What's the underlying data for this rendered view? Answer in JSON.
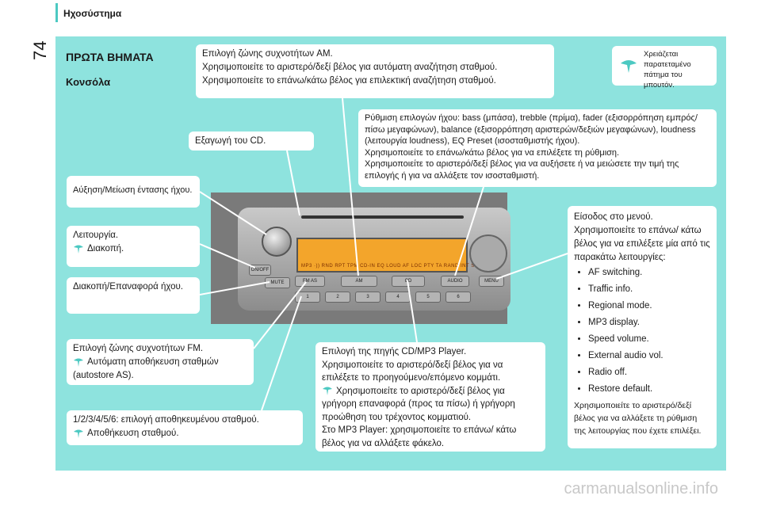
{
  "page_number": "74",
  "section": "Ηχοσύστημα",
  "title": "ΠΡΩΤΑ ΒΗΜΑΤΑ",
  "subtitle": "Κονσόλα",
  "tip": "Χρειάζεται παρατεταμένο πάτημα του μπουτόν.",
  "callouts": {
    "am": [
      "Επιλογή ζώνης συχνοτήτων AM.",
      "Χρησιμοποιείτε το αριστερό/δεξί βέλος για αυτόματη αναζήτηση σταθμού.",
      "Χρησιμοποιείτε το επάνω/κάτω βέλος για επιλεκτική αναζήτηση σταθμού."
    ],
    "audio": [
      "Ρύθμιση επιλογών ήχου: bass (μπάσα), trebble (πρίμα), fader (εξισορρόπηση εμπρός/πίσω μεγαφώνων), balance (εξισορρόπηση αριστερών/δεξιών μεγαφώνων), loudness (λειτουργία loudness), EQ Preset (ισοσταθμιστής ήχου).",
      "Χρησιμοποιείτε το επάνω/κάτω βέλος για να επιλέξετε τη ρύθμιση.",
      "Χρησιμοποιείτε το αριστερό/δεξί βέλος για να αυξήσετε ή να μειώσετε την τιμή της επιλογής ή για να αλλάξετε τον ισοσταθμιστή."
    ],
    "eject": "Εξαγωγή του CD.",
    "volume": "Αύξηση/Μείωση έντασης ήχου.",
    "onoff": [
      "Λειτουργία.",
      "Διακοπή."
    ],
    "mute": "Διακοπή/Επαναφορά ήχου.",
    "fm": [
      "Επιλογή ζώνης συχνοτήτων FM.",
      "Αυτόματη αποθήκευση σταθμών (autostore AS)."
    ],
    "presets": [
      "1/2/3/4/5/6: επιλογή αποθηκευμένου σταθμού.",
      "Αποθήκευση σταθμού."
    ],
    "cd": [
      "Επιλογή της πηγής CD/MP3 Player.",
      "Χρησιμοποιείτε το αριστερό/δεξί βέλος για να επιλέξετε το προηγούμενο/επόμενο κομμάτι.",
      "Χρησιμοποιείτε το αριστερό/δεξί βέλος για γρήγορη επαναφορά (προς τα πίσω) ή γρήγορη προώθηση του τρέχοντος κομματιού.",
      "Στο MP3 Player: χρησιμοποιείτε το επάνω/ κάτω βέλος για να αλλάξετε φάκελο."
    ],
    "menu_intro": "Είσοδος στο μενού. Χρησιμοποιείτε το επάνω/ κάτω βέλος για να επιλέξετε μία από τις παρακάτω λειτουργίες:",
    "menu_items": [
      "AF switching.",
      "Traffic info.",
      "Regional mode.",
      "MP3 display.",
      "Speed volume.",
      "External audio vol.",
      "Radio off.",
      "Restore default."
    ],
    "menu_footer": "Χρησιμοποιείτε το αριστερό/δεξί βέλος για να αλλάξετε τη ρύθμιση της λειτουργίας που έχετε επιλέξει."
  },
  "radio": {
    "lcd_text": "MP3 ·)) RND RPT TPM CD-IN EQ LOUD AF LOC PTY TA RAND INT ST",
    "buttons": [
      "ON/OFF",
      "MUTE",
      "FM AS",
      "AM",
      "CD",
      "AUDIO",
      "MENU"
    ],
    "presets": [
      "1",
      "2",
      "3",
      "4",
      "5",
      "6"
    ]
  },
  "watermark": "carmanualsonline.info"
}
